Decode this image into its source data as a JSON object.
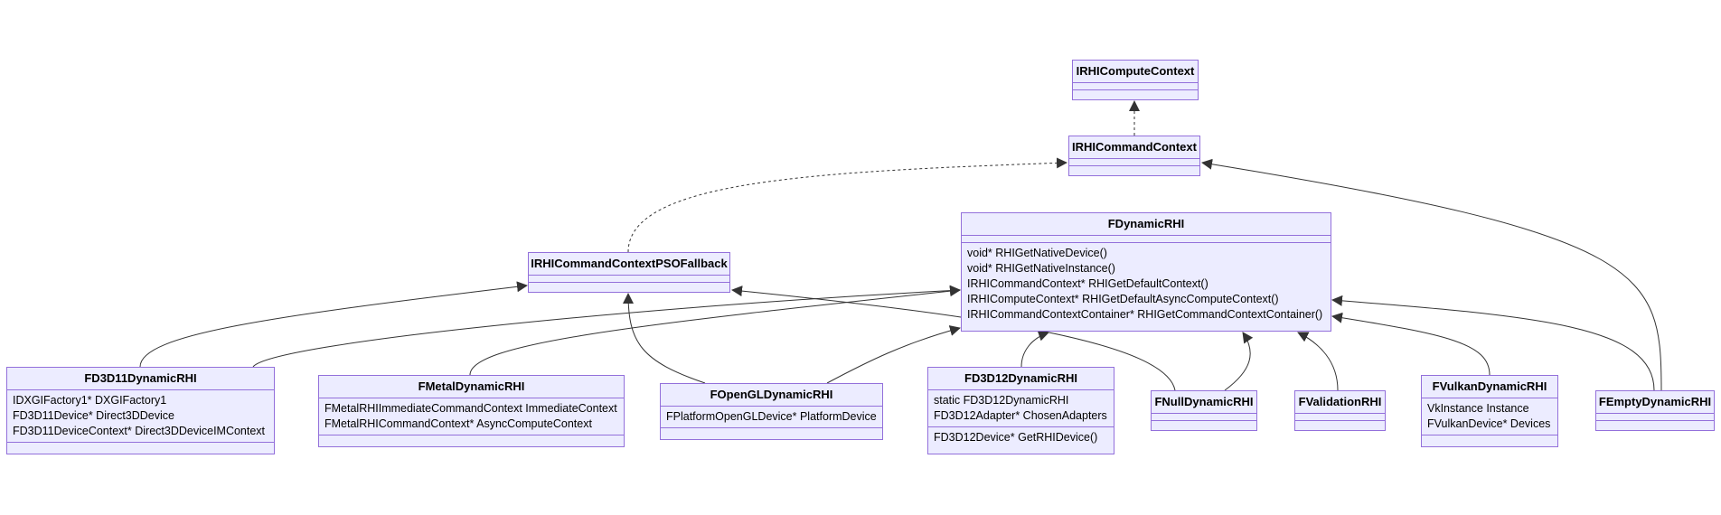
{
  "classes": [
    {
      "id": "IRHIComputeContext",
      "name": "IRHIComputeContext",
      "attributes": [],
      "methods": []
    },
    {
      "id": "IRHICommandContext",
      "name": "IRHICommandContext",
      "attributes": [],
      "methods": []
    },
    {
      "id": "FDynamicRHI",
      "name": "FDynamicRHI",
      "attributes": [],
      "methods": [
        "void* RHIGetNativeDevice()",
        "void* RHIGetNativeInstance()",
        "IRHICommandContext* RHIGetDefaultContext()",
        "IRHIComputeContext* RHIGetDefaultAsyncComputeContext()",
        "IRHICommandContextContainer* RHIGetCommandContextContainer()"
      ]
    },
    {
      "id": "IRHICommandContextPSOFallback",
      "name": "IRHICommandContextPSOFallback",
      "attributes": [],
      "methods": []
    },
    {
      "id": "FD3D11DynamicRHI",
      "name": "FD3D11DynamicRHI",
      "attributes": [
        "IDXGIFactory1* DXGIFactory1",
        "FD3D11Device* Direct3DDevice",
        "FD3D11DeviceContext* Direct3DDeviceIMContext"
      ],
      "methods": []
    },
    {
      "id": "FMetalDynamicRHI",
      "name": "FMetalDynamicRHI",
      "attributes": [
        "FMetalRHIImmediateCommandContext ImmediateContext",
        "FMetalRHICommandContext* AsyncComputeContext"
      ],
      "methods": []
    },
    {
      "id": "FOpenGLDynamicRHI",
      "name": "FOpenGLDynamicRHI",
      "attributes": [
        "FPlatformOpenGLDevice* PlatformDevice"
      ],
      "methods": []
    },
    {
      "id": "FD3D12DynamicRHI",
      "name": "FD3D12DynamicRHI",
      "attributes": [
        "static FD3D12DynamicRHI",
        "FD3D12Adapter* ChosenAdapters"
      ],
      "methods": [
        "FD3D12Device* GetRHIDevice()"
      ]
    },
    {
      "id": "FNullDynamicRHI",
      "name": "FNullDynamicRHI",
      "attributes": [],
      "methods": []
    },
    {
      "id": "FValidationRHI",
      "name": "FValidationRHI",
      "attributes": [],
      "methods": []
    },
    {
      "id": "FVulkanDynamicRHI",
      "name": "FVulkanDynamicRHI",
      "attributes": [
        "VkInstance Instance",
        "FVulkanDevice* Devices"
      ],
      "methods": []
    },
    {
      "id": "FEmptyDynamicRHI",
      "name": "FEmptyDynamicRHI",
      "attributes": [],
      "methods": []
    }
  ],
  "relations": [
    {
      "from": "IRHICommandContext",
      "to": "IRHIComputeContext",
      "kind": "realization"
    },
    {
      "from": "IRHICommandContextPSOFallback",
      "to": "IRHICommandContext",
      "kind": "realization"
    },
    {
      "from": "FEmptyDynamicRHI",
      "to": "IRHICommandContext",
      "kind": "inheritance"
    },
    {
      "from": "FD3D11DynamicRHI",
      "to": "IRHICommandContextPSOFallback",
      "kind": "inheritance"
    },
    {
      "from": "FD3D11DynamicRHI",
      "to": "FDynamicRHI",
      "kind": "inheritance"
    },
    {
      "from": "FMetalDynamicRHI",
      "to": "FDynamicRHI",
      "kind": "inheritance"
    },
    {
      "from": "FOpenGLDynamicRHI",
      "to": "IRHICommandContextPSOFallback",
      "kind": "inheritance"
    },
    {
      "from": "FOpenGLDynamicRHI",
      "to": "FDynamicRHI",
      "kind": "inheritance"
    },
    {
      "from": "FNullDynamicRHI",
      "to": "IRHICommandContextPSOFallback",
      "kind": "inheritance"
    },
    {
      "from": "FD3D12DynamicRHI",
      "to": "FDynamicRHI",
      "kind": "inheritance"
    },
    {
      "from": "FNullDynamicRHI",
      "to": "FDynamicRHI",
      "kind": "inheritance"
    },
    {
      "from": "FValidationRHI",
      "to": "FDynamicRHI",
      "kind": "inheritance"
    },
    {
      "from": "FVulkanDynamicRHI",
      "to": "FDynamicRHI",
      "kind": "inheritance"
    },
    {
      "from": "FEmptyDynamicRHI",
      "to": "FDynamicRHI",
      "kind": "inheritance"
    }
  ],
  "colors": {
    "node_fill": "#ececff",
    "node_border": "#9370db",
    "edge": "#333333",
    "background": "#ffffff"
  }
}
